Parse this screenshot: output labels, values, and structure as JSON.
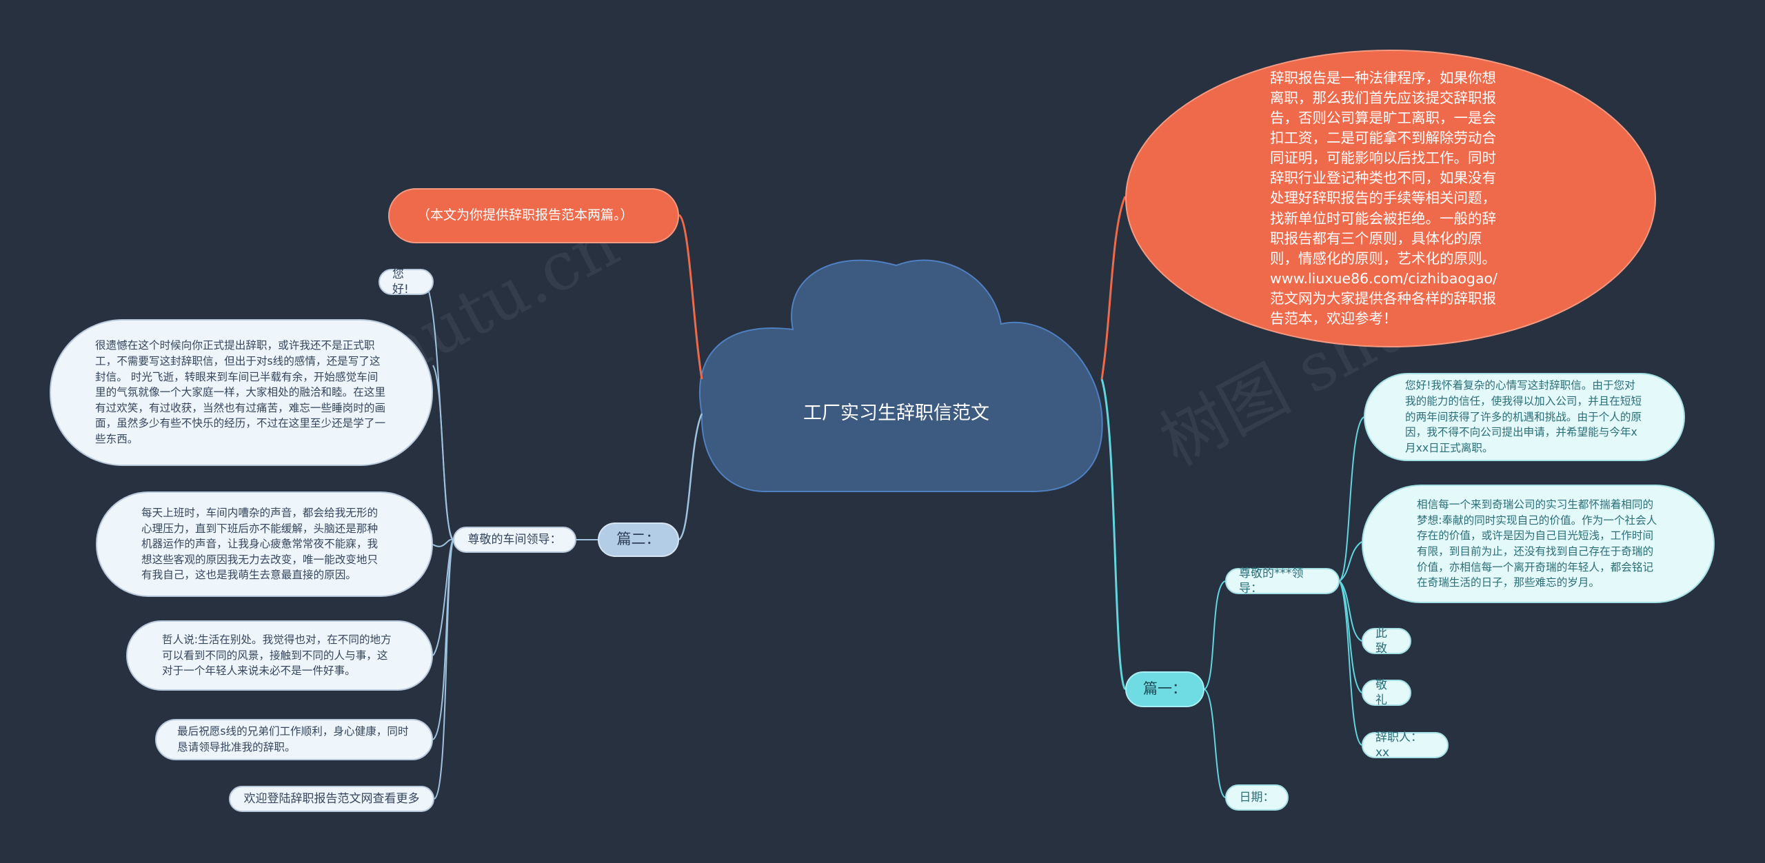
{
  "root": {
    "title": "工厂实习生辞职信范文"
  },
  "intro_note": "（本文为你提供辞职报告范本两篇。）",
  "summary": "辞职报告是一种法律程序，如果你想离职，那么我们首先应该提交辞职报告，否则公司算是旷工离职，一是会扣工资，二是可能拿不到解除劳动合同证明，可能影响以后找工作。同时辞职行业登记种类也不同，如果没有处理好辞职报告的手续等相关问题，找新单位时可能会被拒绝。一般的辞职报告都有三个原则，具体化的原则，情感化的原则，艺术化的原则。www.liuxue86.com/cizhibaogao/ 范文网为大家提供各种各样的辞职报告范本，欢迎参考！",
  "part_two": {
    "label": "篇二：",
    "salutation": "尊敬的车间领导：",
    "greeting": "您好!",
    "paragraphs": [
      "很遗憾在这个时候向你正式提出辞职，或许我还不是正式职工，不需要写这封辞职信，但出于对s线的感情，还是写了这封信。 时光飞逝，转眼来到车间已半载有余，开始感觉车间里的气氛就像一个大家庭一样，大家相处的融洽和睦。在这里有过欢笑，有过收获，当然也有过痛苦，难忘一些睡岗时的画面，虽然多少有些不快乐的经历，不过在这里至少还是学了一些东西。",
      "每天上班时，车间内嘈杂的声音，都会给我无形的心理压力，直到下班后亦不能缓解，头脑还是那种机器运作的声音，让我身心疲惫常常夜不能寐，我想这些客观的原因我无力去改变，唯一能改变地只有我自己，这也是我萌生去意最直接的原因。",
      "哲人说:生活在别处。我觉得也对，在不同的地方可以看到不同的风景，接触到不同的人与事，这对于一个年轻人来说未必不是一件好事。",
      "最后祝愿s线的兄弟们工作顺利，身心健康，同时恳请领导批准我的辞职。"
    ],
    "footer_link": "欢迎登陆辞职报告范文网查看更多"
  },
  "part_one": {
    "label": "篇一：",
    "salutation": "尊敬的***领导：",
    "paragraphs": [
      "您好!我怀着复杂的心情写这封辞职信。由于您对我的能力的信任，使我得以加入公司，并且在短短的两年间获得了许多的机遇和挑战。由于个人的原因，我不得不向公司提出申请，并希望能与今年x月xx日正式离职。",
      "相信每一个来到奇瑞公司的实习生都怀揣着相同的梦想:奉献的同时实现自己的价值。作为一个社会人存在的价值，或许是因为自己目光短浅，工作时间有限，到目前为止，还没有找到自己存在于奇瑞的价值，亦相信每一个离开奇瑞的年轻人，都会铭记在奇瑞生活的日子，那些难忘的岁月。"
    ],
    "closing_1": "此致",
    "closing_2": "敬礼",
    "signer": "辞职人：xx",
    "date": "日期："
  },
  "colors": {
    "background": "#283140",
    "cloud_fill": "#3d5a80",
    "accent_orange": "#ef6a4b",
    "branch_left": "#9fc3df",
    "branch_right": "#62d6de",
    "part_one_fill": "#6fdbe3",
    "part_two_fill": "#b3cde6"
  },
  "watermark": "树图 shutu.cn"
}
